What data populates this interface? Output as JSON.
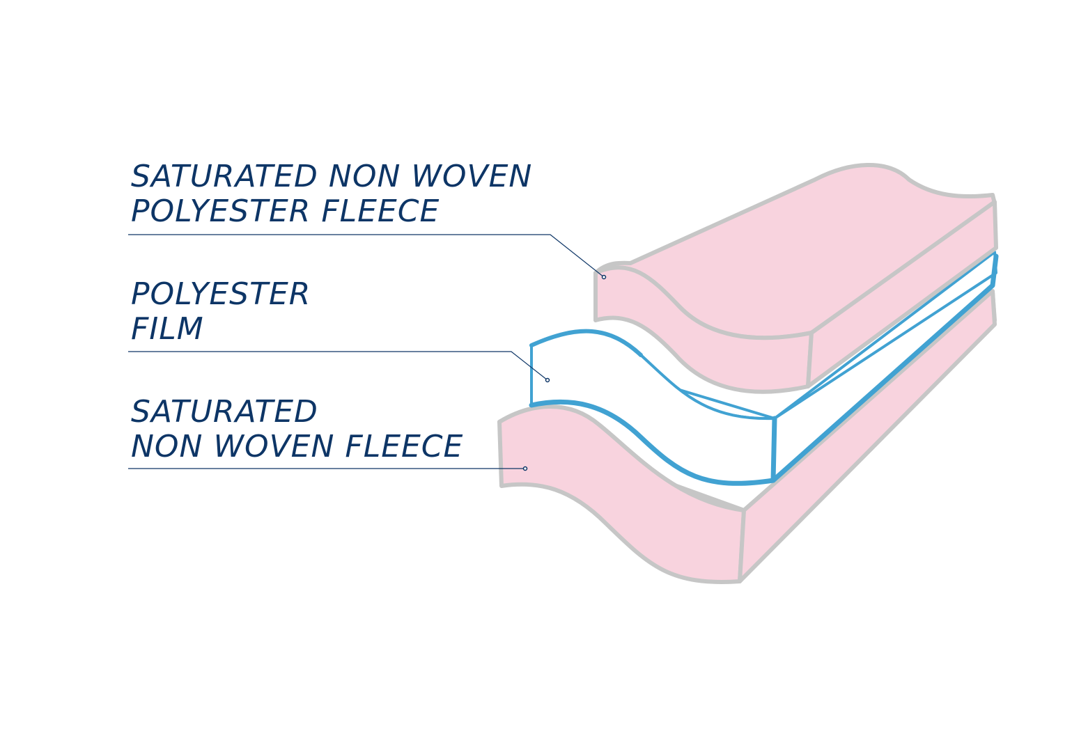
{
  "labels": [
    {
      "line1": "SATURATED NON WOVEN",
      "line2": "POLYESTER FLEECE"
    },
    {
      "line1": "POLYESTER",
      "line2": "FILM"
    },
    {
      "line1": "SATURATED",
      "line2": "NON WOVEN FLEECE"
    }
  ],
  "colors": {
    "label_text": "#0d3566",
    "leader_line": "#0d3566",
    "fleece_fill": "#f8d3de",
    "fleece_outline": "#c6c6c6",
    "film_fill": "#ffffff",
    "film_outline": "#41a2d2"
  }
}
